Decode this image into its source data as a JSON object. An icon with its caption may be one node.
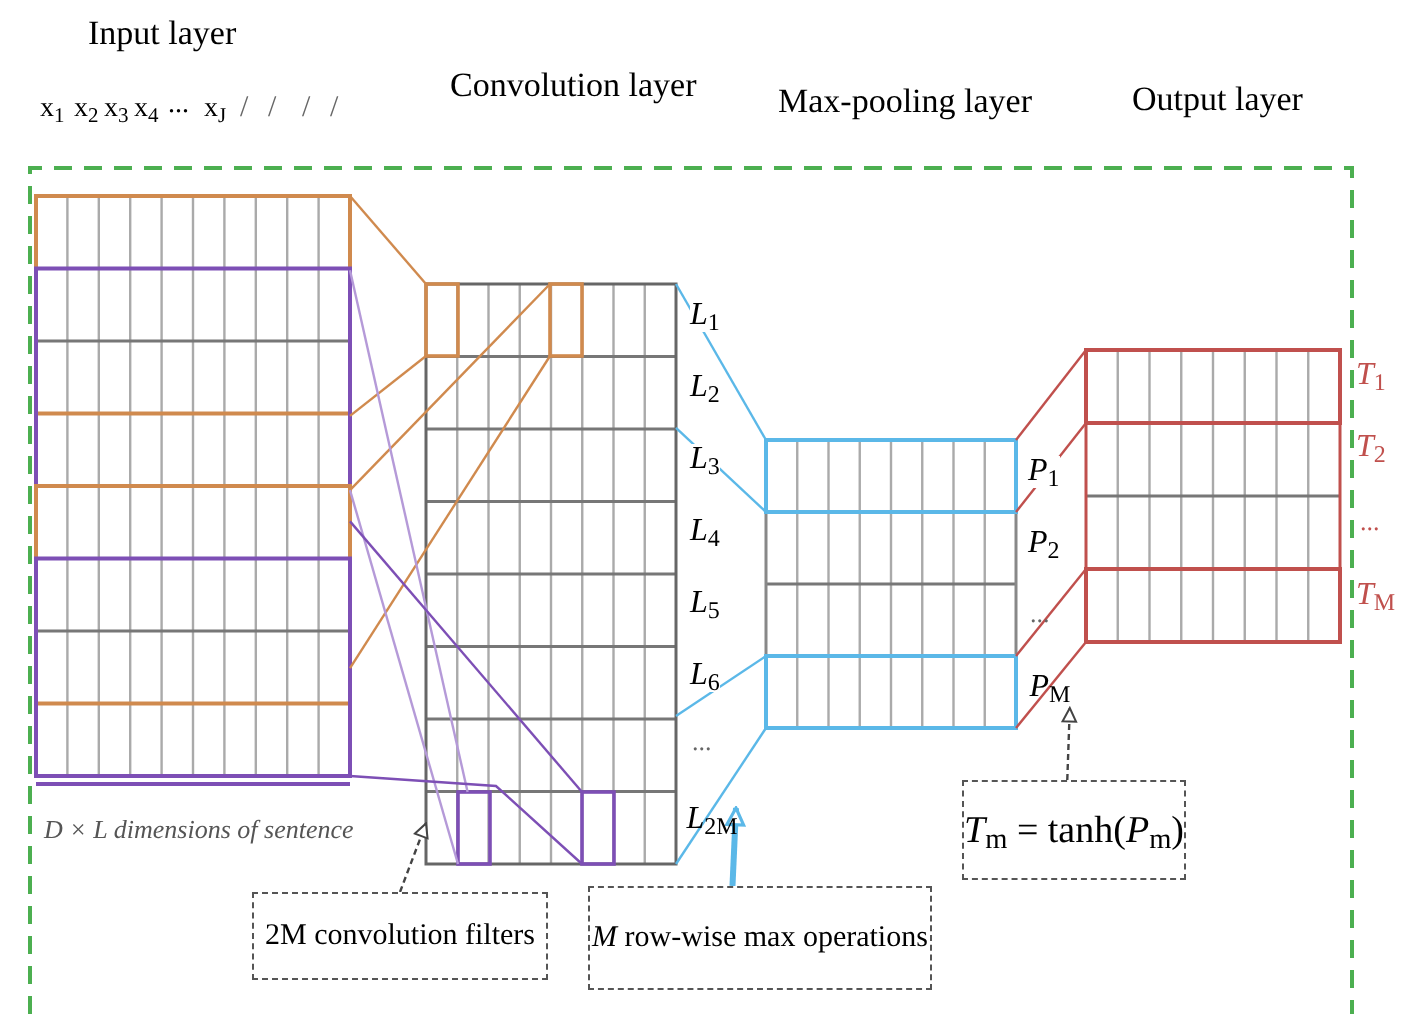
{
  "diagram": {
    "nodes": [
      {
        "text": [],
        "shape": "box",
        "beside": [
          "D × L dimensions of sentence"
        ]
      },
      {
        "text": [],
        "shape": "box"
      },
      {
        "text": [],
        "shape": "box",
        "in": 1
      },
      {
        "text": [],
        "shape": "box",
        "in": 1
      },
      {
        "text": [],
        "shape": "box",
        "in": 1
      },
      {
        "text": [],
        "shape": "box",
        "in": 1
      },
      {
        "text": [],
        "shape": "box"
      },
      {
        "text": [],
        "shape": "box",
        "beside": [
          "*T*$_{1}$",
          "*T*$_{2}$",
          "...",
          "*T*$_{M}$"
        ]
      },
      {
        "text": [
          "2M convolution filters"
        ]
      },
      {
        "text": [
          "*M* row-wise max operations"
        ]
      },
      {
        "text": [
          "*T*$_{m}$ = tanh(*P*$_{m}$)"
        ]
      },
      {
        "text": [
          "*L*$_{2M}$"
        ]
      },
      {
        "text": [
          "*P*$_{M}$"
        ]
      }
    ],
    "edges": [
      {
        "from": 0,
        "to": 2,
        "arrow": "none",
        "color": "#d08a4e"
      },
      {
        "from": 0,
        "to": 2,
        "arrow": "none",
        "color": "#d08a4e"
      },
      {
        "from": 0,
        "to": 3,
        "arrow": "none",
        "color": "#d08a4e"
      },
      {
        "from": 0,
        "to": 3,
        "arrow": "none",
        "color": "#d08a4e"
      },
      {
        "from": 0,
        "to": 4,
        "arrow": "none",
        "color": "#b59ad8"
      },
      {
        "from": 0,
        "to": 4,
        "arrow": "none",
        "color": "#b59ad8"
      },
      {
        "from": 0,
        "to": 5,
        "arrow": "none",
        "color": "#7d4fb5"
      },
      {
        "from": 0,
        "to": 5,
        "arrow": "none",
        "color": "#7d4fb5"
      },
      {
        "from": 1,
        "to": 6,
        "arrow": "none",
        "color": "#5bb8e8"
      },
      {
        "from": 1,
        "to": 6,
        "arrow": "none",
        "color": "#5bb8e8"
      },
      {
        "from": 1,
        "to": 6,
        "arrow": "none",
        "color": "#5bb8e8"
      },
      {
        "from": 1,
        "to": 6,
        "arrow": "none",
        "color": "#5bb8e8"
      },
      {
        "from": 6,
        "to": 7,
        "arrow": "none",
        "color": "#c0504d"
      },
      {
        "from": 6,
        "to": 7,
        "arrow": "none",
        "color": "#c0504d"
      },
      {
        "from": 6,
        "to": 7,
        "arrow": "none",
        "color": "#c0504d"
      },
      {
        "from": 6,
        "to": 7,
        "arrow": "none",
        "color": "#c0504d"
      },
      {
        "from": 8,
        "to": 1,
        "arrow": "to",
        "style": "dashed",
        "color": "#444444"
      },
      {
        "from": 9,
        "to": 11,
        "arrow": "to",
        "style": "thick",
        "color": "#5bb8e8"
      },
      {
        "from": 10,
        "to": 12,
        "arrow": "to",
        "style": "dashed",
        "color": "#444444"
      }
    ],
    "labels": [
      "Input layer",
      "x$_{1}$",
      "x$_{2}$",
      "x$_{3}$",
      "x$_{4}$",
      "...",
      "x$_{J}$",
      "/",
      "/",
      "/",
      "/",
      "Convolution layer",
      "Max-pooling layer",
      "Output layer",
      "*L*$_{1}$",
      "*L*$_{2}$",
      "*L*$_{3}$",
      "*L*$_{4}$",
      "*L*$_{5}$",
      "*L*$_{6}$",
      "...",
      "*P*$_{1}$",
      "*P*$_{2}$",
      "..."
    ]
  }
}
